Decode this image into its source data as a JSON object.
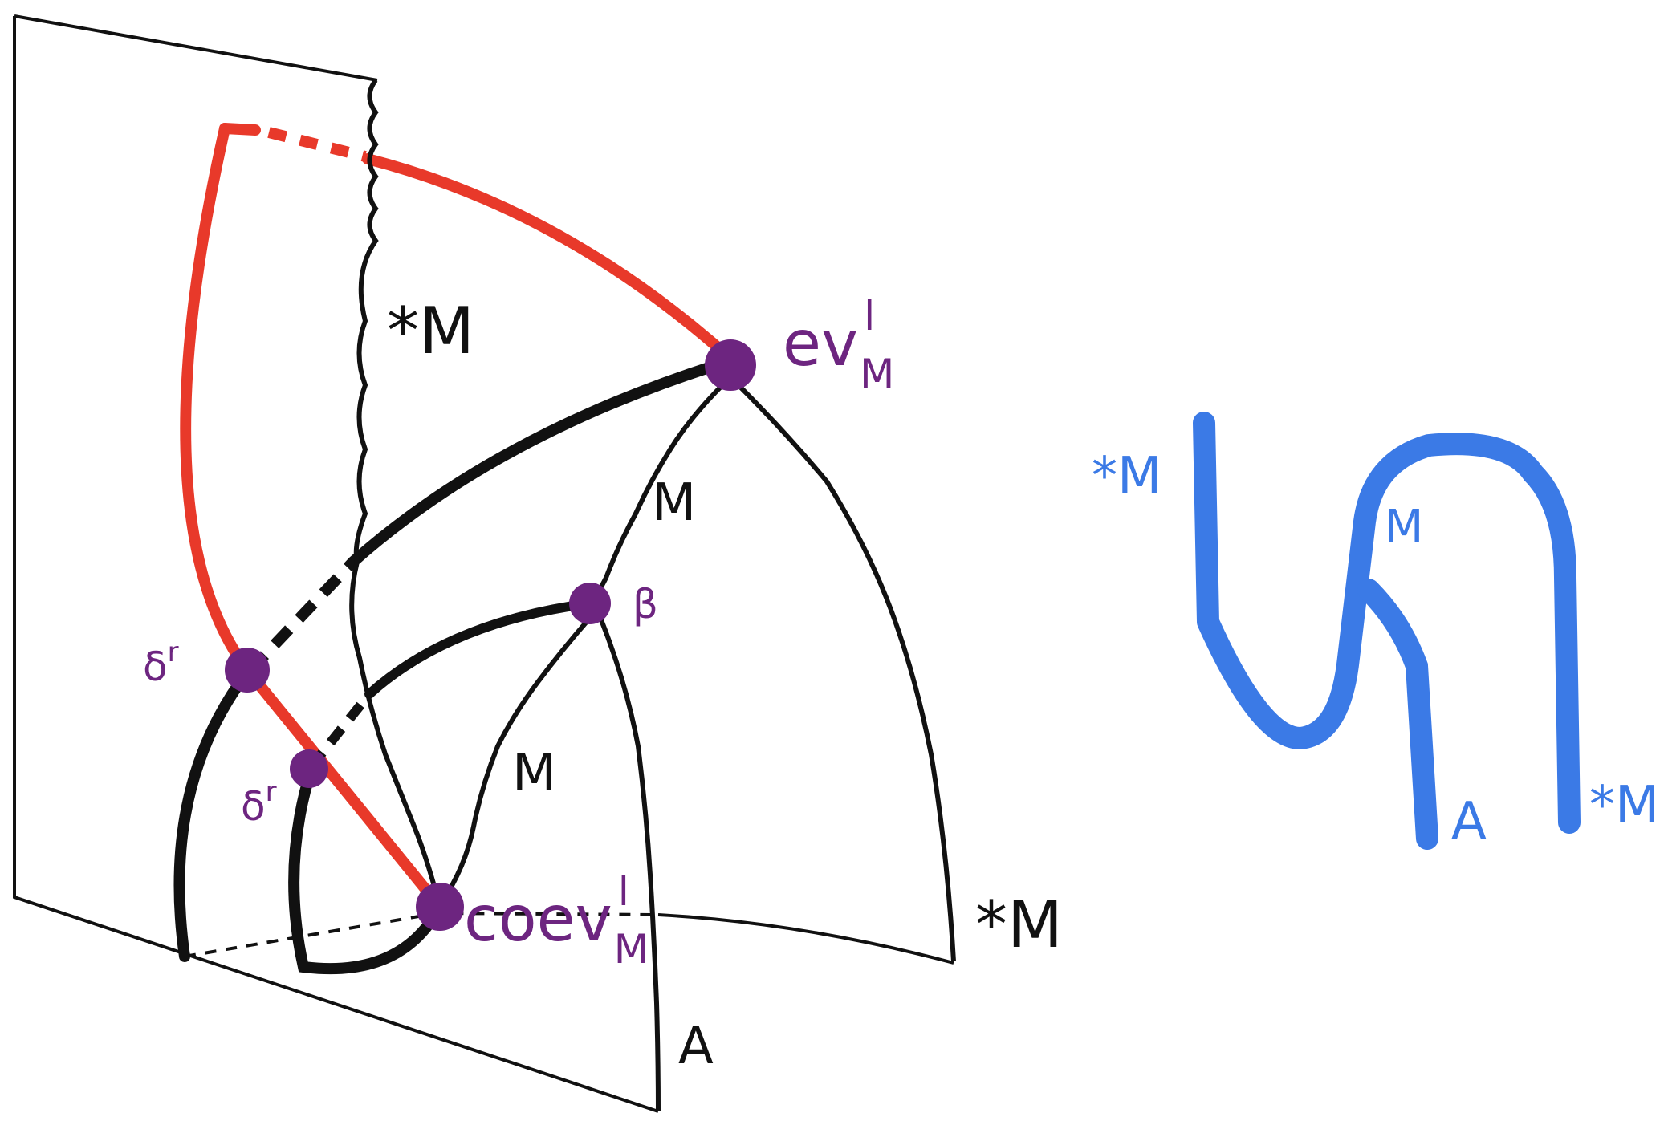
{
  "colors": {
    "frame": "#111111",
    "red_sheet": "#e8392a",
    "vertex": "#6d2580",
    "string_diagram": "#3b7ae6",
    "background": "#ffffff"
  },
  "surface_labels": {
    "star_m_top": "*M",
    "m_upper": "M",
    "m_lower": "M",
    "star_m_right": "*M",
    "a_bottom": "A"
  },
  "vertex_labels": {
    "ev_main": "ev",
    "ev_sub": "M",
    "ev_sup": "l",
    "coev_main": "coev",
    "coev_sub": "M",
    "coev_sup": "l",
    "beta": "β",
    "delta_upper": "δ",
    "delta_upper_sup": "r",
    "delta_lower": "δ",
    "delta_lower_sup": "r"
  },
  "string_labels": {
    "star_m_left": "*M",
    "m_middle": "M",
    "a_bottom": "A",
    "star_m_right": "*M"
  }
}
